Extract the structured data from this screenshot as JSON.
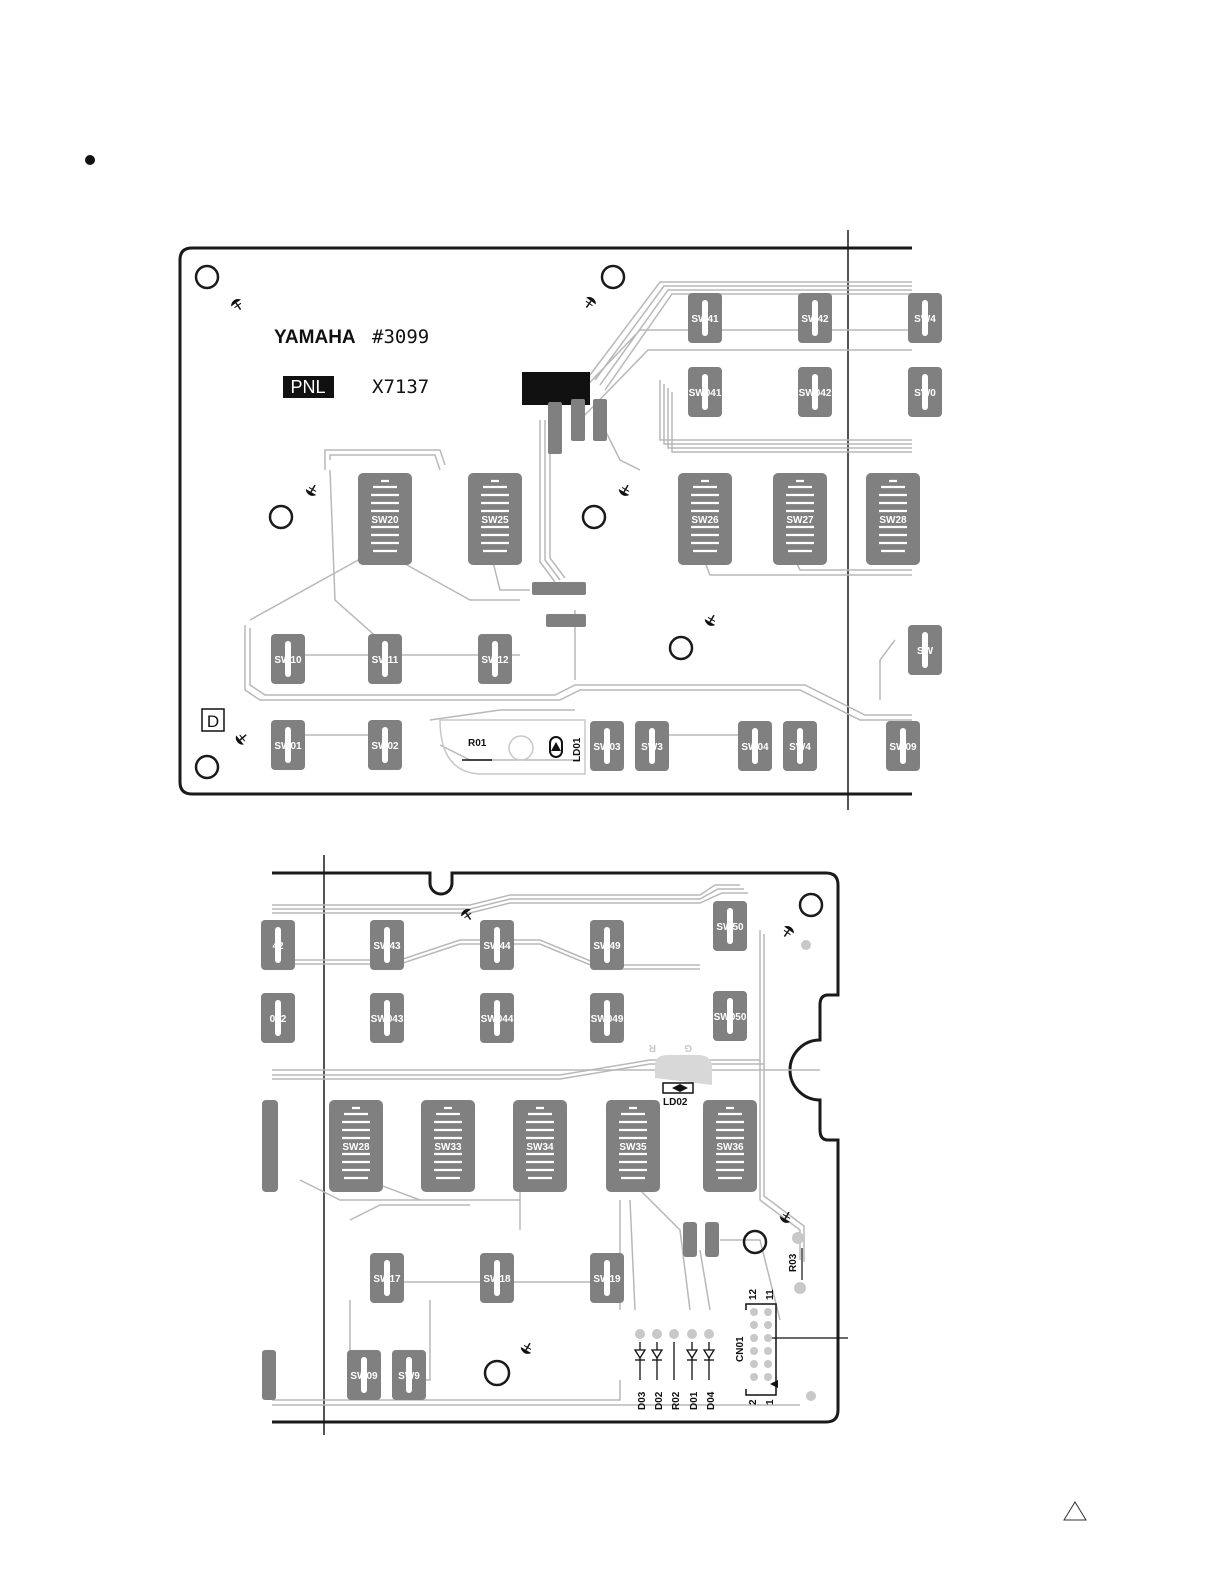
{
  "board": {
    "brand": "YAMAHA",
    "board_number": "#3099",
    "board_type": "PNL",
    "part_code": "X7137",
    "side_mark": "D"
  },
  "colors": {
    "outline": "#1a1a1a",
    "pad": "#808080",
    "trace": "#b8b8b8",
    "ic": "#111111"
  },
  "top": {
    "switches_small": [
      "SW41",
      "SW42",
      "SW4",
      "SW041",
      "SW042",
      "SW0",
      "SW10",
      "SW11",
      "SW12",
      "SW01",
      "SW02",
      "SW03",
      "SW3",
      "SW04",
      "SW4",
      "SW09",
      "SW"
    ],
    "switches_big": [
      "SW20",
      "SW25",
      "SW26",
      "SW27",
      "SW28"
    ],
    "resistor": "R01",
    "led": "LD01"
  },
  "bottom": {
    "switches_small": [
      "42",
      "SW43",
      "SW44",
      "SW49",
      "SW50",
      "042",
      "SW043",
      "SW044",
      "SW049",
      "SW050",
      "SW17",
      "SW18",
      "SW19",
      "SW09",
      "SW9"
    ],
    "switches_big": [
      "SW28",
      "SW33",
      "SW34",
      "SW35",
      "SW36"
    ],
    "led": "LD02",
    "led_pins": [
      "R",
      "G"
    ],
    "resistor": "R03",
    "connector": "CN01",
    "connector_pins": [
      "12",
      "11",
      "2",
      "1"
    ],
    "diodes": [
      "D03",
      "D02",
      "R02",
      "D01",
      "D04"
    ]
  }
}
